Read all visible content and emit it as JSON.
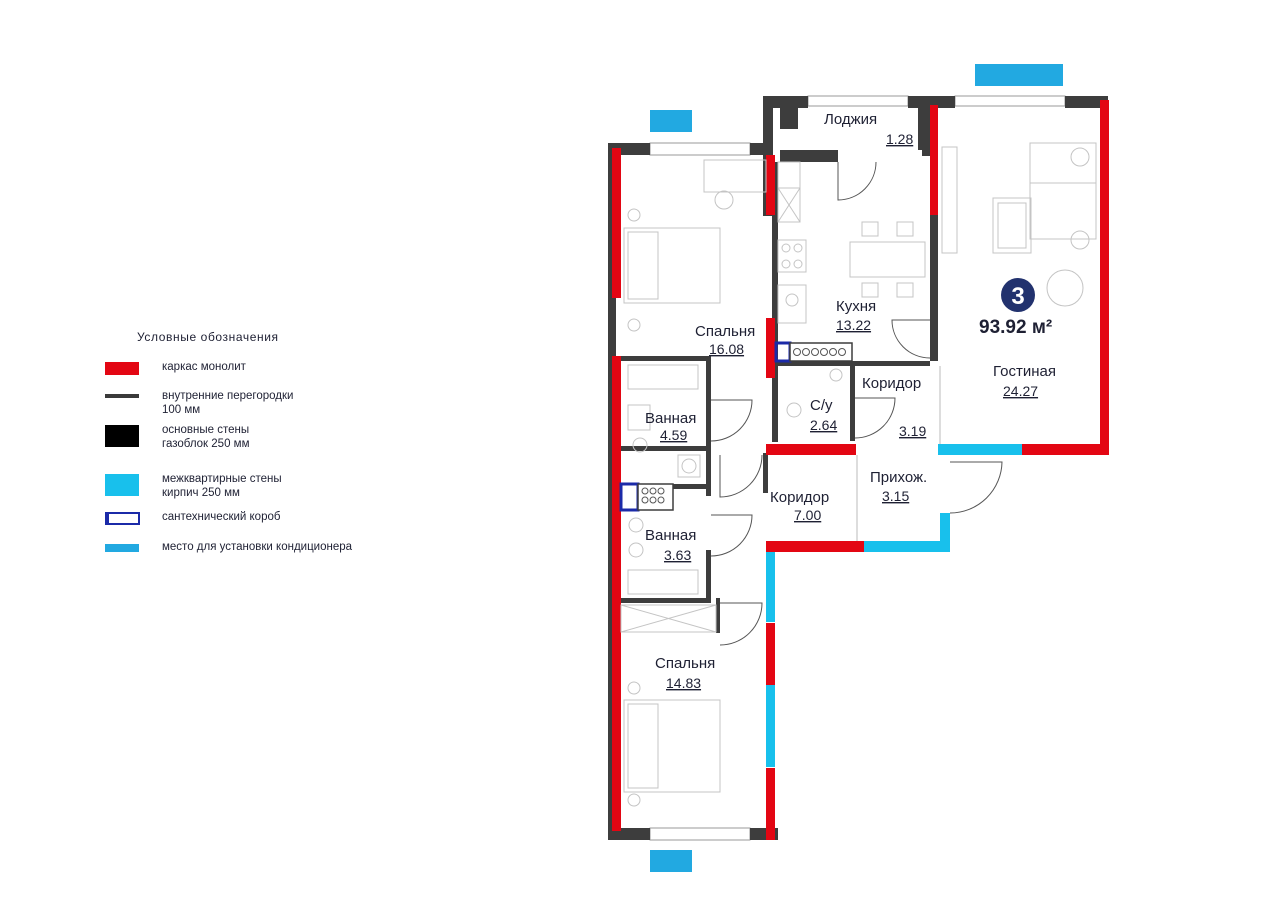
{
  "legend": {
    "title": "Условные обозначения",
    "items": [
      {
        "label": "каркас монолит",
        "color": "#e30613"
      },
      {
        "label": "внутренние перегородки\n100 мм",
        "color": "#3a3a3a"
      },
      {
        "label": "основные стены\nгазоблок 250 мм",
        "color": "#000000"
      },
      {
        "label": "межквартирные стены\nкирпич 250 мм",
        "color": "#18c0ec"
      },
      {
        "label": "сантехнический короб",
        "color": "#1b2aa8"
      },
      {
        "label": "место для установки кондиционера",
        "color": "#22a9e1"
      }
    ]
  },
  "apartment": {
    "rooms_count": "3",
    "total_area": "93.92 м²",
    "badge_color": "#22326e"
  },
  "rooms": {
    "loggia": {
      "name": "Лоджия",
      "area": "1.28"
    },
    "kitchen": {
      "name": "Кухня",
      "area": "13.22"
    },
    "living": {
      "name": "Гостиная",
      "area": "24.27"
    },
    "bedroom1": {
      "name": "Спальня",
      "area": "16.08"
    },
    "bath1": {
      "name": "Ванная",
      "area": "4.59"
    },
    "wc": {
      "name": "С/у",
      "area": "2.64"
    },
    "corridor1": {
      "name": "Коридор",
      "area": "3.19"
    },
    "hall": {
      "name": "Прихож.",
      "area": "3.15"
    },
    "corridor2": {
      "name": "Коридор",
      "area": "7.00"
    },
    "bath2": {
      "name": "Ванная",
      "area": "3.63"
    },
    "bedroom2": {
      "name": "Спальня",
      "area": "14.83"
    }
  },
  "colors": {
    "monolith": "#e30613",
    "partition": "#3a3a3a",
    "brick": "#18c0ec",
    "ac_place": "#22a9e1",
    "plumbing": "#1b2aa8"
  }
}
